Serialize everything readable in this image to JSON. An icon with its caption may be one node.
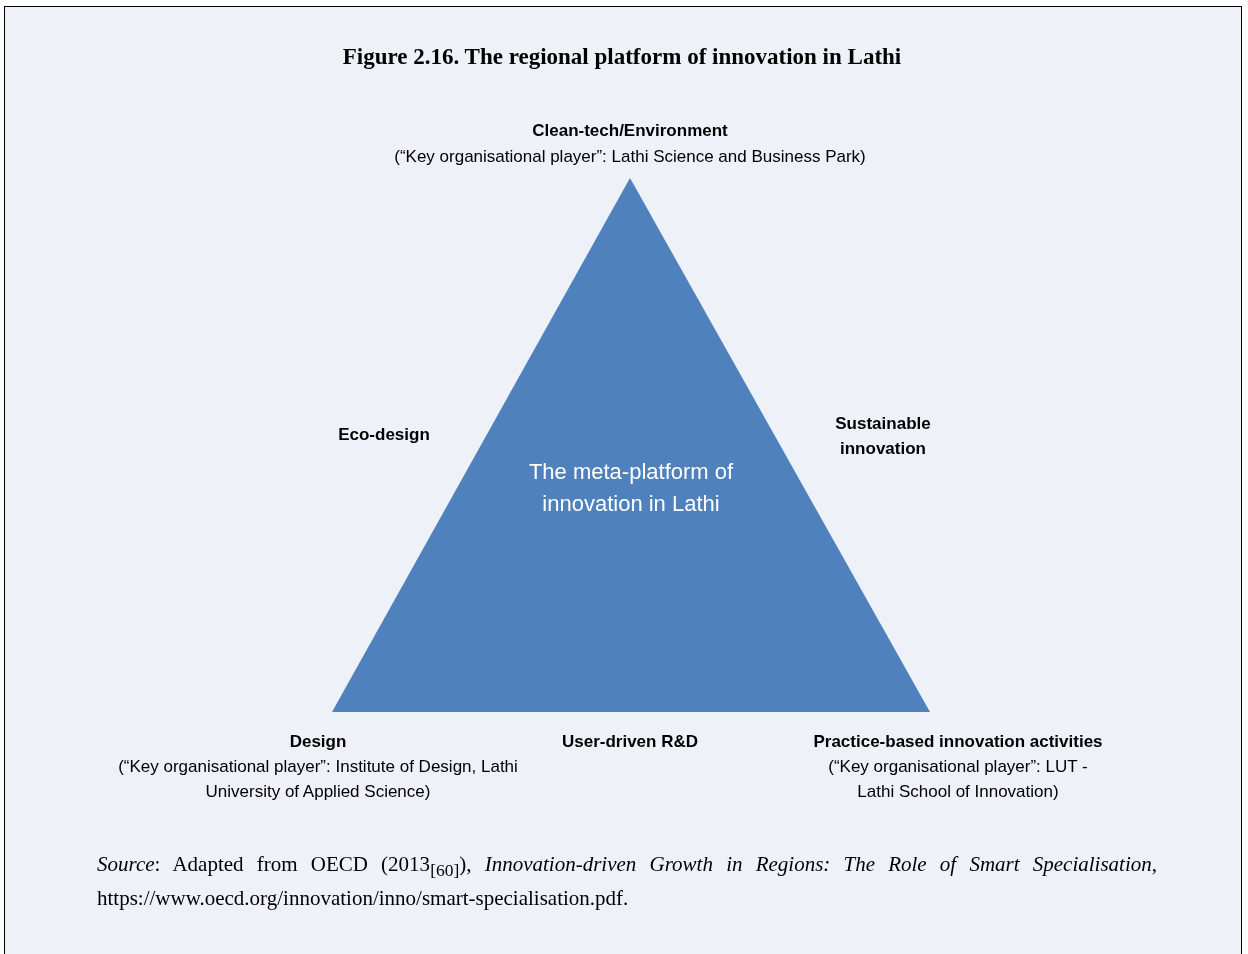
{
  "diagram": {
    "title": "Figure 2.16. The regional platform of innovation in Lathi",
    "caption": "*Source*: Adapted from OECD (2013$_{[60]}$), *Innovation-driven Growth in Regions: The Role of Smart Specialisation*, https://www.oecd.org/innovation/inno/smart-specialisation.pdf.",
    "nodes": [
      {
        "text": [
          "The meta-platform of innovation in Lathi"
        ]
      }
    ],
    "labels": [
      "Clean-tech/Environment",
      "(“Key  organisational player”: Lathi Science and Business Park)",
      "Eco-design",
      "Sustainable innovation",
      "Design",
      "(“Key organisational player”: Institute of Design, Lathi University of Applied Science)",
      "User-driven R&D",
      "Practice-based innovation activities",
      "(“Key organisational player”: LUT - Lathi School of Innovation)"
    ]
  }
}
